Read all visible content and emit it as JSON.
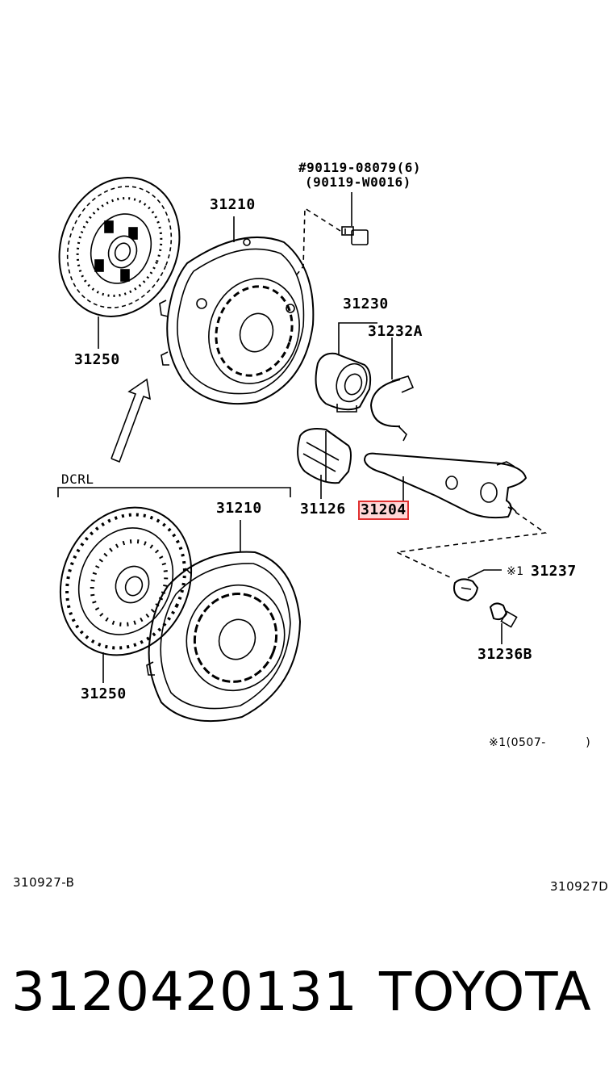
{
  "labels": {
    "bolt_part": "#90119-08079(6)",
    "bolt_alt": "(90119-W0016)",
    "cover_top": "31210",
    "disc_top": "31250",
    "bearing": "31230",
    "clip": "31232A",
    "boot": "31126",
    "fork": "31204",
    "pivot_ball": "31237",
    "pivot_prefix": "※1",
    "bolt_bottom": "31236B",
    "group": "DCRL",
    "cover_bottom": "31210",
    "disc_bottom": "31250",
    "note": "※1(0507-          )",
    "code_left": "310927-B",
    "code_right": "310927D"
  },
  "footer": {
    "part_number": "3120420131",
    "brand": "TOYOTA"
  },
  "colors": {
    "line": "#000000",
    "highlight_border": "#e03030",
    "highlight_fill": "#ffd7d7"
  }
}
